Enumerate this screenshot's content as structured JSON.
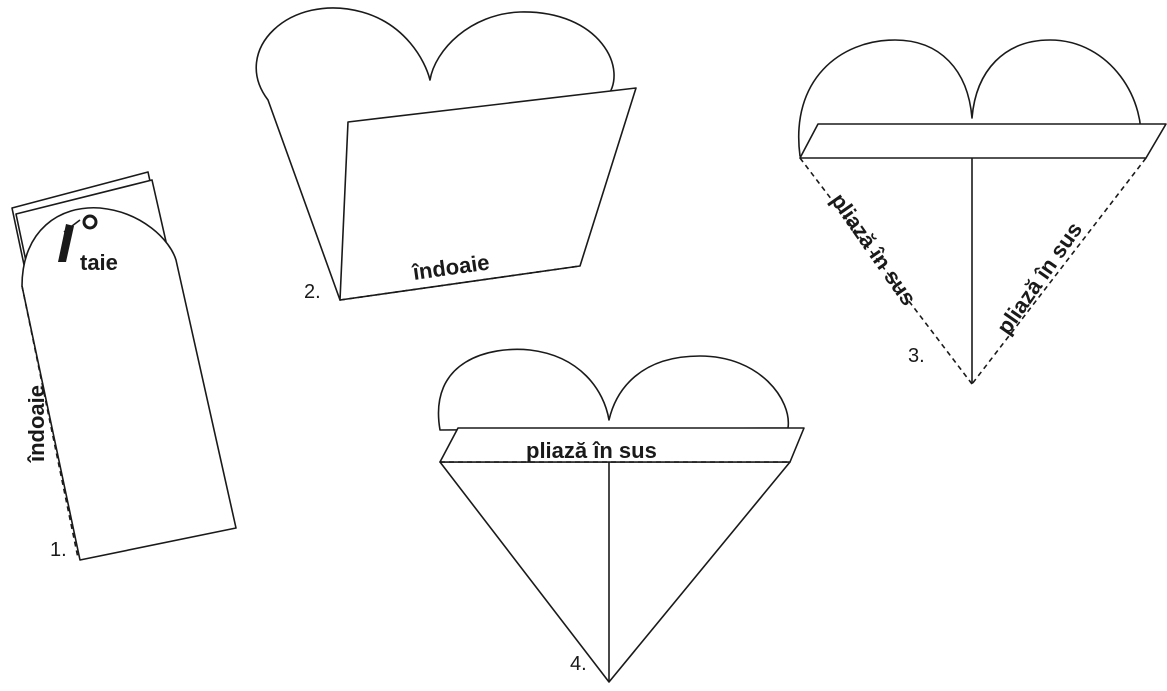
{
  "steps": [
    {
      "number": "1.",
      "labels": {
        "cut": "taie",
        "fold": "îndoaie"
      },
      "icons": [
        "scissors-icon"
      ]
    },
    {
      "number": "2.",
      "labels": {
        "fold": "îndoaie"
      }
    },
    {
      "number": "3.",
      "labels": {
        "fold_left": "pliază în sus",
        "fold_right": "pliază în sus"
      }
    },
    {
      "number": "4.",
      "labels": {
        "fold": "pliază în sus"
      }
    }
  ],
  "colors": {
    "ink": "#1a1a1a",
    "background": "#ffffff"
  }
}
